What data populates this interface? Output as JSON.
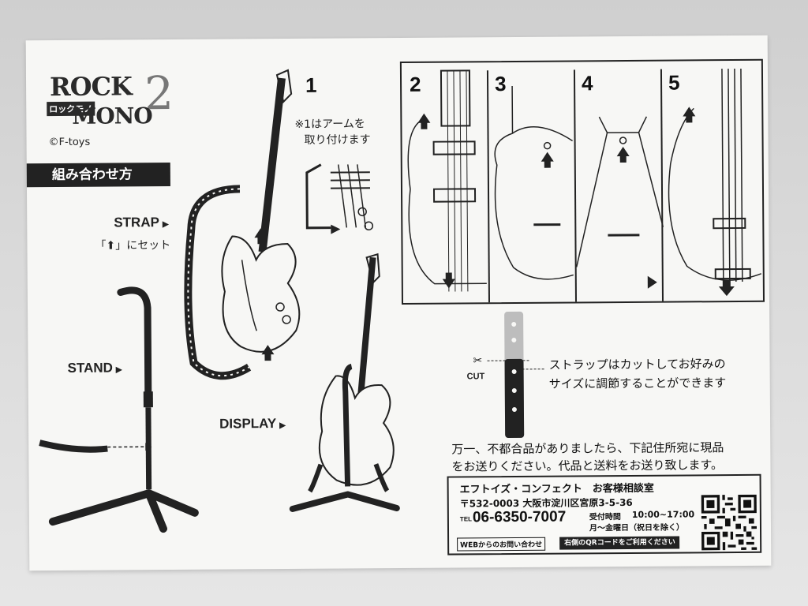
{
  "logo": {
    "rock": "ROCK",
    "kana": "ロックモノ",
    "mono": "MONO",
    "number": "2"
  },
  "copyright": "©F-toys",
  "howto_title": "組み合わせ方",
  "labels": {
    "strap": "STRAP",
    "stand": "STAND",
    "display": "DISPLAY",
    "cut": "CUT",
    "triangle": "▶"
  },
  "strap_note": "「⬆」にセット",
  "step1": {
    "num": "1",
    "note_line1": "※1はアームを",
    "note_line2": "取り付けます"
  },
  "steps": [
    "2",
    "3",
    "4",
    "5"
  ],
  "strap_cut_note": {
    "line1": "ストラップはカットしてお好みの",
    "line2": "サイズに調節することができます"
  },
  "defect_note": {
    "line1": "万一、不都合品がありましたら、下記住所宛に現品",
    "line2": "をお送りください。代品と送料をお送り致します。"
  },
  "contact": {
    "company": "エフトイズ・コンフェクト　お客様相談室",
    "address": "〒532-0003 大阪市淀川区宮原3-5-36",
    "tel_label": "TEL",
    "tel": "06-6350-7007",
    "hours_label": "受付時間",
    "hours": "10:00~17:00",
    "days": "月～金曜日（祝日を除く）",
    "web_label": "WEBからのお問い合わせ",
    "web_note": "右側のQRコードをご利用ください"
  }
}
